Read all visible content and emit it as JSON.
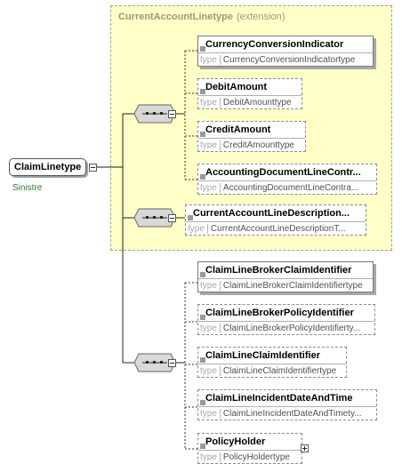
{
  "extension": {
    "title": "CurrentAccountLinetype",
    "kind": "(extension)"
  },
  "root": {
    "name": "ClaimLinetype",
    "annotation": "Sinistre"
  },
  "type_keyword": "type",
  "elements": [
    {
      "name": "CurrencyConversionIndicator",
      "type": "CurrencyConversionIndicatortype"
    },
    {
      "name": "DebitAmount",
      "type": "DebitAmounttype"
    },
    {
      "name": "CreditAmount",
      "type": "CreditAmounttype"
    },
    {
      "name": "AccountingDocumentLineContr...",
      "type": "AccountingDocumentLineContra..."
    },
    {
      "name": "CurrentAccountLineDescription...",
      "type": "CurrentAccountLineDescriptionT..."
    },
    {
      "name": "ClaimLineBrokerClaimIdentifier",
      "type": "ClaimLineBrokerClaimIdentifiertype"
    },
    {
      "name": "ClaimLineBrokerPolicyIdentifier",
      "type": "ClaimLineBrokerPolicyIdentifierty..."
    },
    {
      "name": "ClaimLineClaimIdentifier",
      "type": "ClaimLineClaimIdentifiertype"
    },
    {
      "name": "ClaimLineIncidentDateAndTime",
      "type": "ClaimLineIncidentDateAndTimety..."
    },
    {
      "name": "PolicyHolder",
      "type": "PolicyHoldertype"
    }
  ]
}
